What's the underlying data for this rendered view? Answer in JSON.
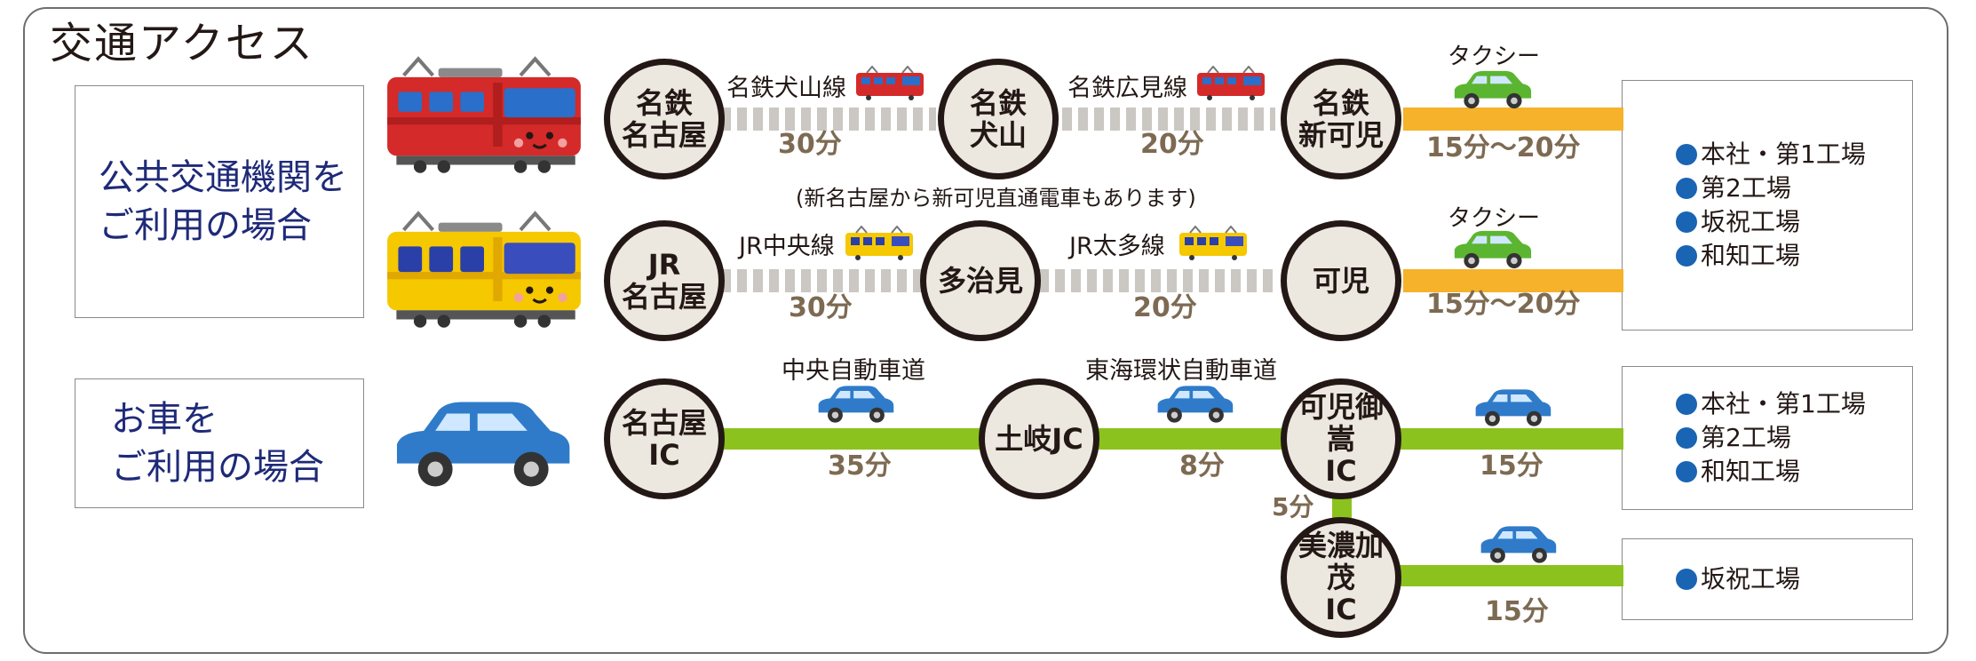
{
  "title": "交通アクセス",
  "colors": {
    "navy": "#1e2a78",
    "orange": "#f5b22a",
    "green": "#8cc21d",
    "node": "#ece7df",
    "dot": "#1a64b4",
    "time": "#7d6a52"
  },
  "public": {
    "category": [
      "公共交通機関を",
      "ご利用の場合"
    ],
    "row1": {
      "stations": [
        [
          "名鉄",
          "名古屋"
        ],
        [
          "名鉄",
          "犬山"
        ],
        [
          "名鉄",
          "新可児"
        ]
      ],
      "lines": [
        "名鉄犬山線",
        "名鉄広見線"
      ],
      "times": [
        "30分",
        "20分"
      ],
      "taxi_label": "タクシー",
      "taxi_time": "15分～20分"
    },
    "note": "(新名古屋から新可児直通電車もあります)",
    "row2": {
      "stations": [
        [
          "JR",
          "名古屋"
        ],
        [
          "多治見"
        ],
        [
          "可児"
        ]
      ],
      "lines": [
        "JR中央線",
        "JR太多線"
      ],
      "times": [
        "30分",
        "20分"
      ],
      "taxi_label": "タクシー",
      "taxi_time": "15分～20分"
    },
    "destinations": [
      "本社・第1工場",
      "第2工場",
      "坂祝工場",
      "和知工場"
    ]
  },
  "car": {
    "category": [
      "お車を",
      "ご利用の場合"
    ],
    "nodes": [
      [
        "名古屋",
        "IC"
      ],
      [
        "土岐JC"
      ],
      [
        "可児御嵩",
        "IC"
      ],
      [
        "美濃加茂",
        "IC"
      ]
    ],
    "roads": [
      "中央自動車道",
      "東海環状自動車道"
    ],
    "times": [
      "35分",
      "8分",
      "15分",
      "5分",
      "15分"
    ],
    "destinations_a": [
      "本社・第1工場",
      "第2工場",
      "和知工場"
    ],
    "destinations_b": [
      "坂祝工場"
    ]
  },
  "icons": [
    "red-train-icon",
    "yellow-train-icon",
    "blue-car-icon",
    "small-red-train-icon",
    "small-yellow-train-icon",
    "green-taxi-icon",
    "small-blue-car-icon"
  ]
}
